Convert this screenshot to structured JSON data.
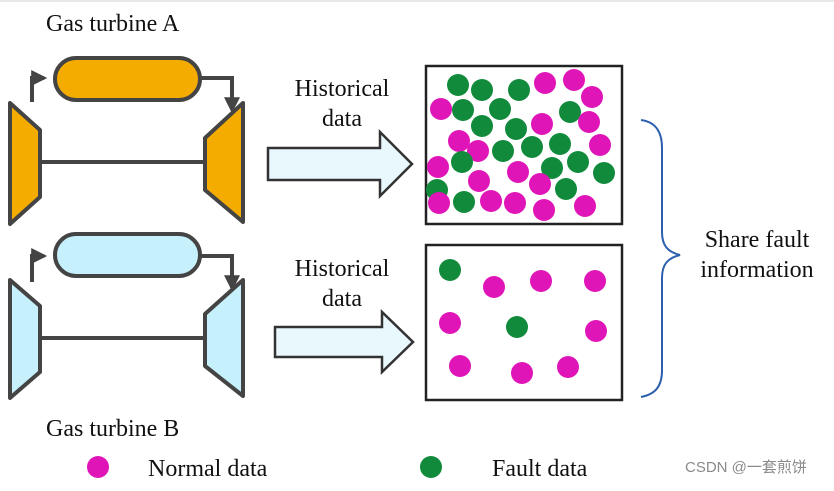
{
  "labels": {
    "turbine_a": "Gas turbine A",
    "turbine_b": "Gas turbine B",
    "historical_a_line1": "Historical",
    "historical_a_line2": "data",
    "historical_b_line1": "Historical",
    "historical_b_line2": "data",
    "share_line1": "Share fault",
    "share_line2": "information",
    "legend_normal": "Normal data",
    "legend_fault": "Fault data",
    "watermark": "CSDN @一套煎饼"
  },
  "colors": {
    "normal": "#e015b8",
    "fault": "#128a3c",
    "turbine_a_fill": "#f5ac00",
    "turbine_b_fill": "#c6f0fb",
    "arrow_fill": "#e9f8fc",
    "brace": "#2c5fae"
  },
  "icons": {
    "turbine_a": "gas-turbine-icon",
    "turbine_b": "gas-turbine-icon",
    "arrows": "block-arrow-right-icon",
    "brace": "curly-brace-icon"
  }
}
